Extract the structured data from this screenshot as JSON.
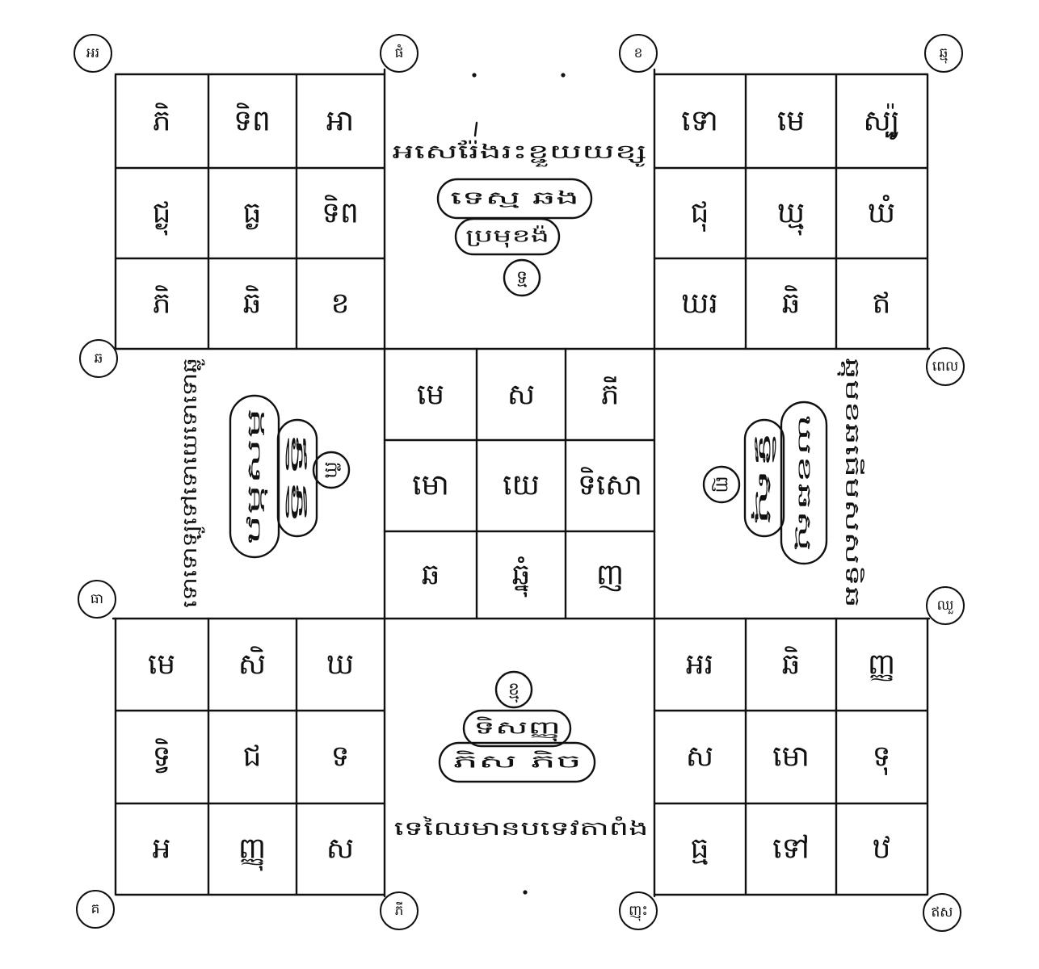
{
  "corner_labels": {
    "top_left": "អរ",
    "top_inner_left": "ផំ",
    "top_inner_right": "ខ",
    "top_right": "ឆ្មុ",
    "upper_left": "ឆ",
    "upper_right": "ពេល",
    "lower_left": "ធា",
    "lower_right": "ឈួ",
    "bottom_left": "គ",
    "bottom_inner_left": "ភី",
    "bottom_inner_right": "ញុះ",
    "bottom_right": "ឥស"
  },
  "grids": {
    "top_left": [
      [
        "ភិ",
        "ទិព",
        "អា"
      ],
      [
        "ជ្ងុ",
        "ធ្ង",
        "ទិព"
      ],
      [
        "ភិ",
        "ឆិ",
        "ខ"
      ]
    ],
    "top_right": [
      [
        "ទោ",
        "មេ",
        "ស្ប៉ូ"
      ],
      [
        "ជុ",
        "ឃ្មុ",
        "ឃំ"
      ],
      [
        "ឃរ",
        "ឆិ",
        "ឥ"
      ]
    ],
    "center": [
      [
        "មេ",
        "ស",
        "ភី"
      ],
      [
        "មោ",
        "យេ",
        "ទិសោ"
      ],
      [
        "ឆ",
        "ឆ្នុំ",
        "ញ"
      ]
    ],
    "bottom_left": [
      [
        "មេ",
        "សិ",
        "ឃ"
      ],
      [
        "ទ្វិ",
        "ជ",
        "ទ"
      ],
      [
        "អ",
        "ញ្ញុ",
        "ស"
      ]
    ],
    "bottom_right": [
      [
        "អរ",
        "ឆិ",
        "ញ្ញ"
      ],
      [
        "ស",
        "មោ",
        "ទុ"
      ],
      [
        "ធ្ម",
        "ទៅ",
        "ឋ"
      ]
    ]
  },
  "panels": {
    "top": {
      "line": "អសេរ៉ែងរះខ្ជួយយខ្សូ",
      "oval_outer": "ទេស្ម ឆង",
      "oval_inner": "ប្រមុខង៉",
      "circle": "ទ្ម"
    },
    "left": {
      "line": "ទោទោឡូទៅទោយេទោទោឆ្លូ",
      "oval_outer": "ឋម្ភុសម្ភ",
      "oval_inner": "ទ្វិទ្ធិ",
      "circle": "ឃ្ល"
    },
    "right": {
      "line": "ឆ្ដុមខឆធើមសសទិឆ",
      "oval_outer": "ឃខឆស្ម",
      "oval_inner": "ទ្ធិស្មុ",
      "circle": "ញ"
    },
    "bottom": {
      "line": "ទេឈៃមានបទេវតាពំង",
      "oval_outer": "ភិស ភិច",
      "oval_inner": "ទិសញ្ញុ",
      "circle": "ខ្មុ"
    }
  }
}
